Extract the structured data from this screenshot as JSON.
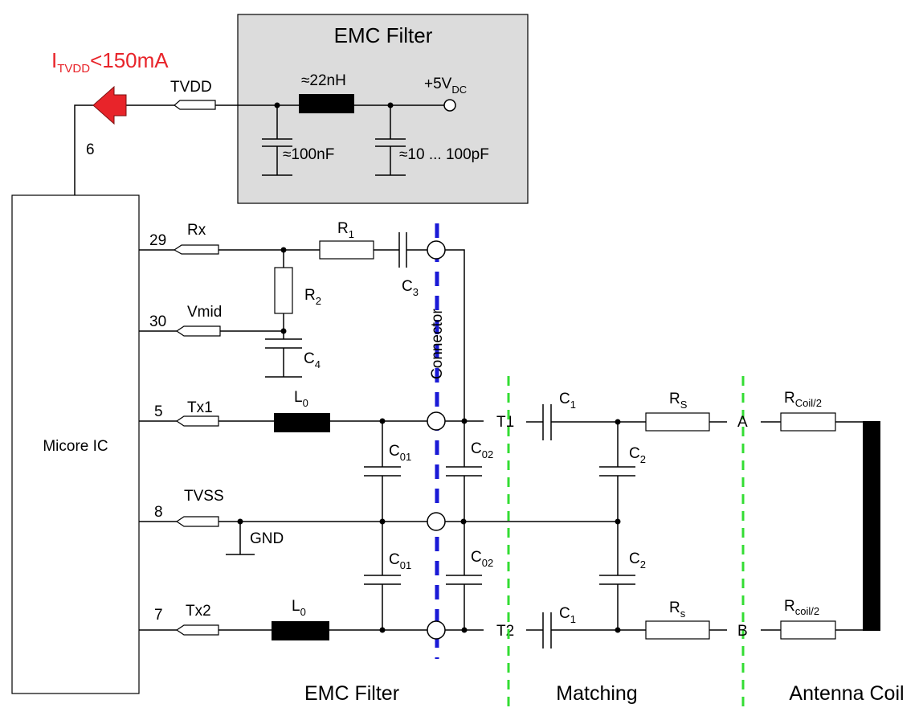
{
  "title_current": {
    "main": "I",
    "sub": "TVDD",
    "rest": "<150mA",
    "color": "#e8242a"
  },
  "emc_box": {
    "title": "EMC Filter",
    "inductor": "≈22nH",
    "supply_main": "+5V",
    "supply_sub": "DC",
    "cap1": "≈100nF",
    "cap2": "≈10 ... 100pF",
    "fill": "#dcdcdc"
  },
  "ic": {
    "label": "Micore IC"
  },
  "pins": {
    "tvdd": {
      "num": "6",
      "name": "TVDD"
    },
    "rx": {
      "num": "29",
      "name": "Rx"
    },
    "vmid": {
      "num": "30",
      "name": "Vmid"
    },
    "tx1": {
      "num": "5",
      "name": "Tx1"
    },
    "tvss": {
      "num": "8",
      "name": "TVSS"
    },
    "tx2": {
      "num": "7",
      "name": "Tx2"
    }
  },
  "components": {
    "R1": {
      "main": "R",
      "sub": "1"
    },
    "R2": {
      "main": "R",
      "sub": "2"
    },
    "C3": {
      "main": "C",
      "sub": "3"
    },
    "C4": {
      "main": "C",
      "sub": "4"
    },
    "L0_top": {
      "main": "L",
      "sub": "0"
    },
    "L0_bot": {
      "main": "L",
      "sub": "0"
    },
    "C01_top": {
      "main": "C",
      "sub": "01"
    },
    "C01_bot": {
      "main": "C",
      "sub": "01"
    },
    "C02_top": {
      "main": "C",
      "sub": "02"
    },
    "C02_bot": {
      "main": "C",
      "sub": "02"
    },
    "C1_top": {
      "main": "C",
      "sub": "1"
    },
    "C1_bot": {
      "main": "C",
      "sub": "1"
    },
    "C2_top": {
      "main": "C",
      "sub": "2"
    },
    "C2_bot": {
      "main": "C",
      "sub": "2"
    },
    "RS_top": {
      "main": "R",
      "sub": "S"
    },
    "RS_bot": {
      "main": "R",
      "sub": "s"
    },
    "Rcoil_top": {
      "main": "R",
      "sub": "Coil/2"
    },
    "Rcoil_bot": {
      "main": "R",
      "sub": "coil/2"
    },
    "gnd": "GND"
  },
  "nodes": {
    "T1": "T1",
    "T2": "T2",
    "A": "A",
    "B": "B"
  },
  "connector": {
    "label": "Connector",
    "color": "#1a1ad6"
  },
  "section_divider_color": "#33dd33",
  "sections": {
    "emc": "EMC Filter",
    "matching": "Matching",
    "antenna": "Antenna Coil"
  }
}
